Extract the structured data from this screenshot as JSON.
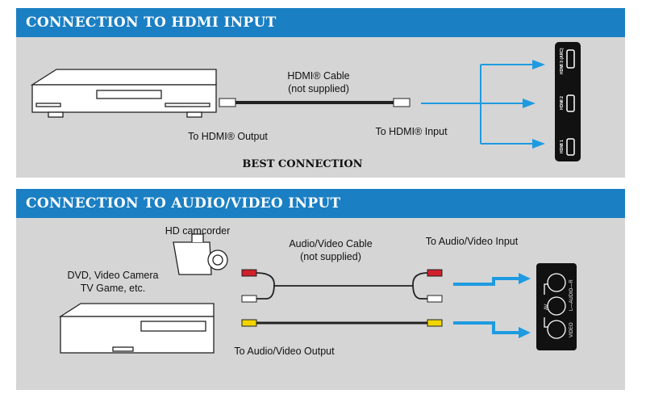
{
  "hdmi_section": {
    "title": "CONNECTION TO HDMI INPUT",
    "cable_label": "HDMI® Cable",
    "cable_note": "(not supplied)",
    "output_label": "To HDMI® Output",
    "input_label": "To HDMI® Input",
    "best": "BEST CONNECTION",
    "ports": [
      "HDMI 3 (ARC)",
      "HDMI 2",
      "HDMI 1"
    ]
  },
  "av_section": {
    "title": "CONNECTION TO AUDIO/VIDEO INPUT",
    "camcorder": "HD camcorder",
    "devices_line1": "DVD, Video Camera",
    "devices_line2": "TV Game, etc.",
    "cable_label": "Audio/Video Cable",
    "cable_note": "(not supplied)",
    "input_label": "To Audio/Video Input",
    "output_label": "To Audio/Video Output",
    "ports": {
      "group": "AV",
      "audio": "L—AUDIO—R",
      "video": "VIDEO"
    }
  },
  "colors": {
    "header": "#1b7fc3",
    "panel": "#d5d5d5",
    "arrow": "#1e9be0",
    "red_plug": "#d0202a",
    "yellow_plug": "#f2d500"
  }
}
